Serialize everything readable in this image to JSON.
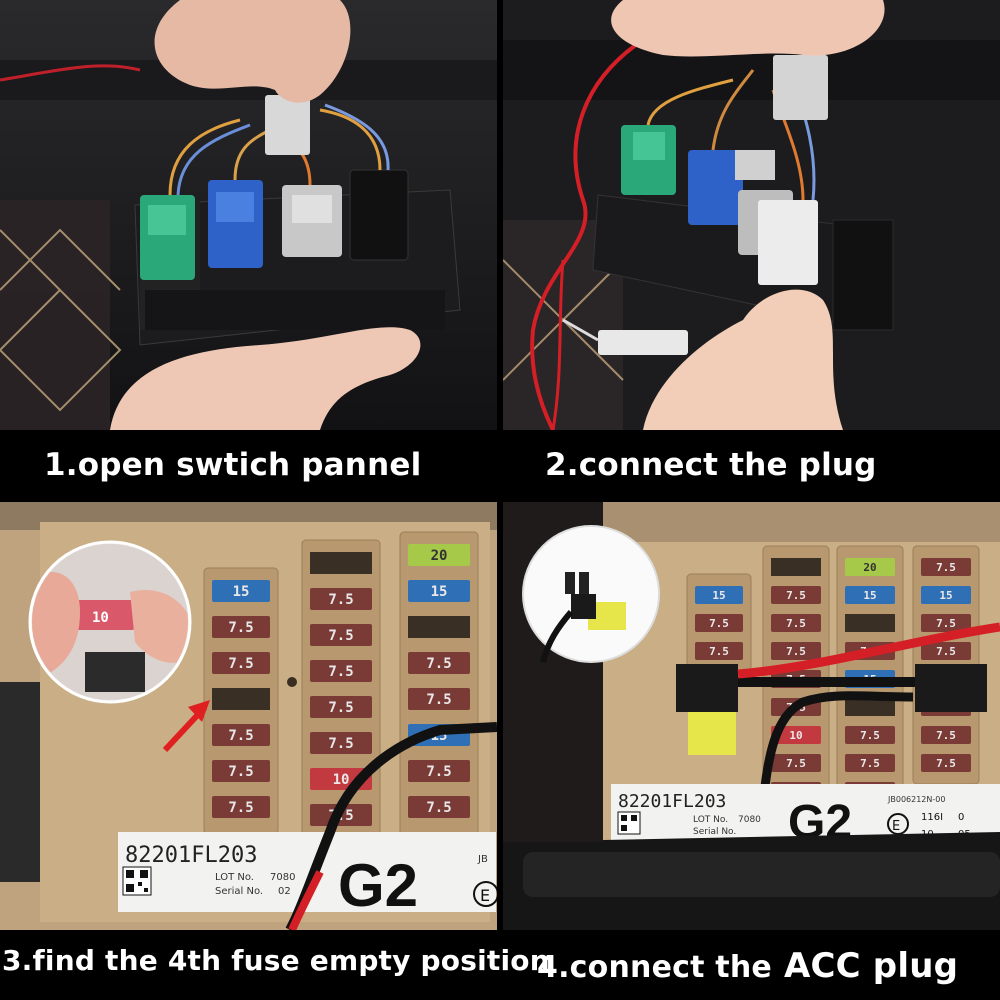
{
  "captions": {
    "step1": "1.open swtich pannel",
    "step2": "2.connect the plug",
    "step3": "3.find the 4th fuse empty position",
    "step4_prefix": "4.connect the",
    "step4_acc": "ACC plug"
  },
  "fuse_box": {
    "part_number": "82201FL203",
    "model": "G2",
    "lot_label": "LOT No.",
    "lot_value": "7080",
    "serial_label": "Serial No.",
    "serial_value": "02",
    "cert_mark": "E",
    "jb_code_short": "JB",
    "jb_code": "JB006212N-00",
    "small_numbers": [
      "116I",
      "0",
      "10",
      "05"
    ]
  },
  "fuse_ratings": {
    "f7_5": "7.5",
    "f15": "15",
    "f10": "10",
    "f20": "20",
    "inset_10": "10"
  },
  "colors": {
    "caption_text": "#ffffff",
    "background": "#000000",
    "fuse_brown": "#7a3a36",
    "fuse_blue": "#2f6fb5",
    "fuse_red": "#c23a3f",
    "fuse_green": "#a7c94a",
    "fuse_yellow": "#e6e64a",
    "wire_red": "#d51f26",
    "connector_green": "#2aa87a",
    "connector_blue": "#2f62c9",
    "connector_gray": "#c8c8c8",
    "fusebox_beige": "#c9ae86"
  },
  "icons": {
    "arrow": "red-arrow-icon",
    "qr": "qr-code-icon",
    "cert": "e-mark-icon"
  }
}
